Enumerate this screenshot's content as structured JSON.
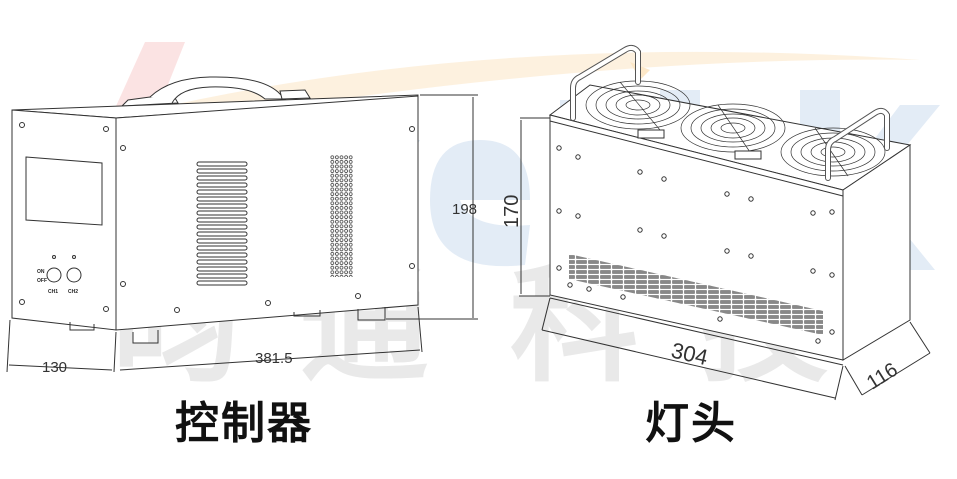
{
  "watermark": {
    "logo_text": "Avertk",
    "logo_colors": {
      "red": "#fbe3e3",
      "orange": "#fdf0dc",
      "blue": "#e3ecf6"
    },
    "cjk_chars": [
      "昀",
      "通",
      "科",
      "技"
    ],
    "cjk_color": "#e9e9e9"
  },
  "controller": {
    "label": "控制器",
    "panel_labels": {
      "switch_on": "ON",
      "switch_off": "OFF",
      "ch1": "CH1",
      "ch2": "CH2"
    },
    "dimensions": {
      "depth": "130",
      "width": "381.5",
      "height": "198"
    }
  },
  "lamp_head": {
    "label": "灯头",
    "dimensions": {
      "height": "170",
      "length": "304",
      "depth": "116"
    },
    "fan_count": 3
  }
}
